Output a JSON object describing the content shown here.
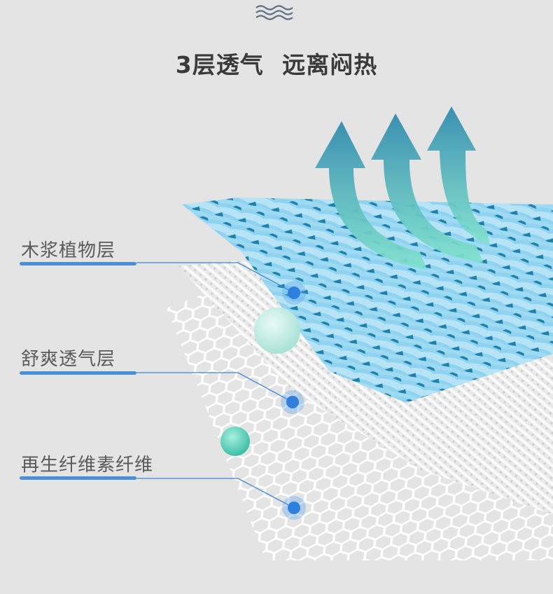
{
  "title": "3层透气  远离闷热",
  "layers": [
    {
      "label": "木浆植物层"
    },
    {
      "label": "舒爽透气层"
    },
    {
      "label": "再生纤维素纤维"
    }
  ],
  "colors": {
    "background": "#e4e4e4",
    "accent_blue": "#4a90d9",
    "layer_blue": "#7cc8ec",
    "arrow_teal": "#5ccdb9"
  }
}
